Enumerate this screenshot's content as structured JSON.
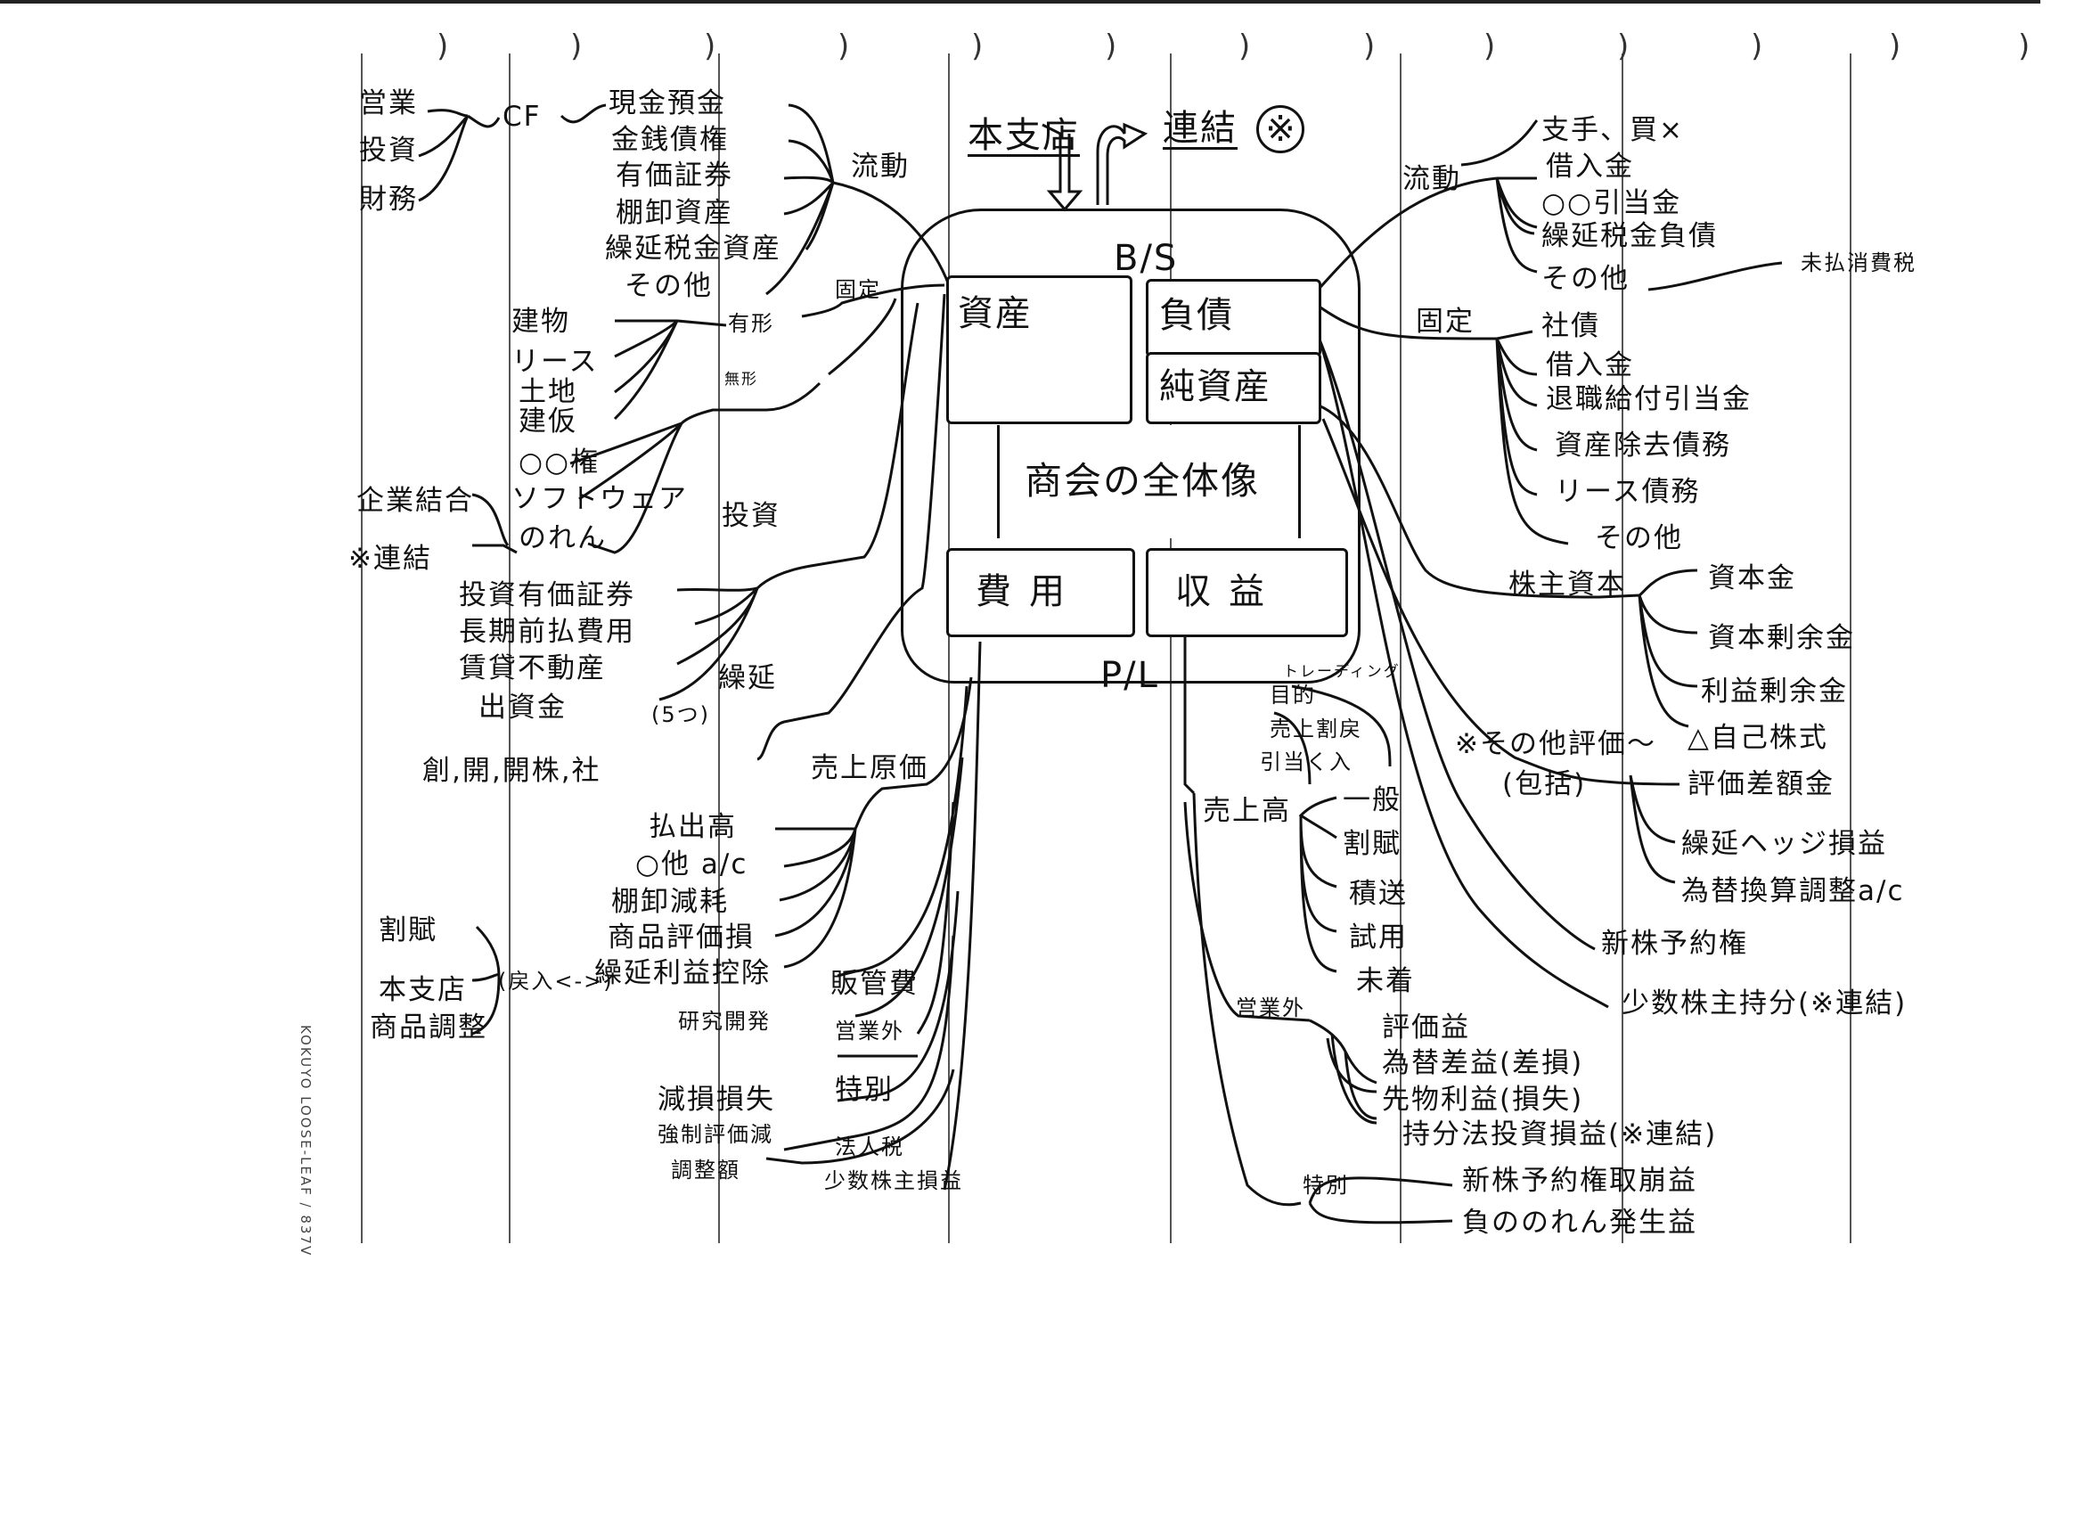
{
  "brand": "KOKUYO LOOSE-LEAF / 837V",
  "center": {
    "title": "商会の全体像",
    "branch": "本支店",
    "consolidated": "連結",
    "consolidated_mark": "※",
    "bs": "B/S",
    "pl": "P/L",
    "assets": "資産",
    "liabilities": "負債",
    "net_assets": "純資産",
    "expenses": "費用",
    "revenue": "収益"
  },
  "cf": {
    "head": "CF",
    "items": [
      "営業",
      "投資",
      "財務"
    ]
  },
  "assets": {
    "current": {
      "head": "流動",
      "items": [
        "現金預金",
        "金銭債権",
        "有価証券",
        "棚卸資産",
        "繰延税金資産",
        "その他"
      ]
    },
    "fixed": {
      "head": "固定"
    },
    "tangible": {
      "head": "有形",
      "items": [
        "建物",
        "リース",
        "土地",
        "建仮"
      ]
    },
    "intangible": {
      "head": "無形",
      "items": [
        "○○権",
        "ソフトウェア",
        "のれん"
      ]
    },
    "goodwill_note": [
      "企業結合",
      "※連結"
    ],
    "investment": {
      "head": "投資",
      "items": [
        "投資有価証券",
        "長期前払費用",
        "賃貸不動産",
        "出資金"
      ]
    },
    "deferred": {
      "head": "繰延",
      "count": "(5つ)",
      "items": "創,開,開株,社"
    }
  },
  "expenses": {
    "cogs": {
      "head": "売上原価",
      "items": [
        "払出高",
        "○他 a/c",
        "棚卸減耗",
        "商品評価損",
        "繰延利益控除"
      ]
    },
    "reversal": "(戻入<->)",
    "reversal_sources": [
      "割賦",
      "本支店",
      "商品調整"
    ],
    "sga": "販管費",
    "rnd": "研究開発",
    "non_operating": "営業外",
    "special": {
      "head": "特別",
      "items": [
        "減損損失",
        "強制評価減",
        "調整額"
      ]
    },
    "tax": "法人税",
    "minority": "少数株主損益"
  },
  "liabilities": {
    "current": {
      "head": "流動",
      "items": [
        "支手、買×",
        "借入金",
        "○○引当金",
        "繰延税金負債",
        "その他"
      ],
      "note": "未払消費税"
    },
    "fixed": {
      "head": "固定",
      "items": [
        "社債",
        "借入金",
        "退職給付引当金",
        "資産除去債務",
        "リース債務",
        "その他"
      ]
    }
  },
  "net_assets": {
    "equity": {
      "head": "株主資本",
      "items": [
        "資本金",
        "資本剰余金",
        "利益剰余金",
        "△自己株式"
      ]
    },
    "oci": {
      "head": "※その他評価～",
      "sub": "(包括)",
      "items": [
        "評価差額金",
        "繰延ヘッジ損益",
        "為替換算調整a/c"
      ]
    },
    "stock_options": "新株予約権",
    "minority": "少数株主持分(※連結)"
  },
  "revenue": {
    "trading": "トレーディング",
    "purpose": "目的",
    "rebate": "売上割戻",
    "provision": "引当く入",
    "sales": {
      "head": "売上高",
      "items": [
        "一般",
        "割賦",
        "積送",
        "試用",
        "未着"
      ]
    },
    "non_operating": {
      "head": "営業外",
      "items": [
        "評価益",
        "為替差益(差損)",
        "先物利益(損失)",
        "持分法投資損益(※連結)"
      ]
    },
    "special": {
      "head": "特別",
      "items": [
        "新株予約権取崩益",
        "負ののれん発生益"
      ]
    }
  }
}
